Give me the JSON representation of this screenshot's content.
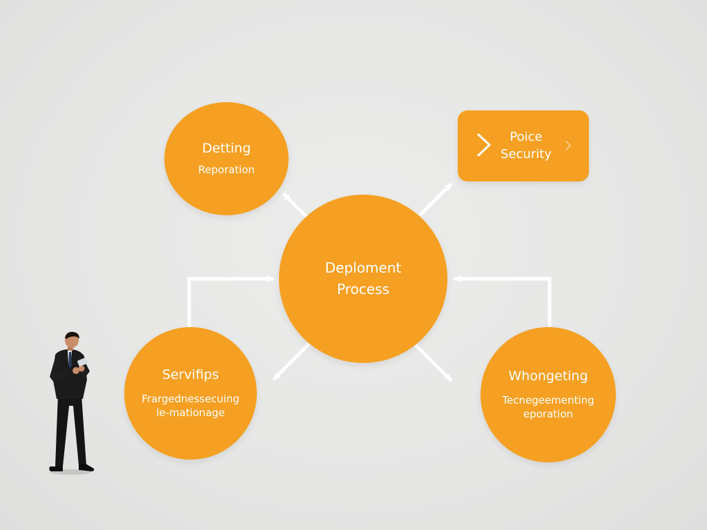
{
  "diagram": {
    "center": {
      "title_line1": "Deploment",
      "title_line2": "Process"
    },
    "top_left": {
      "title": "Detting",
      "subtitle": "Reporation"
    },
    "top_right": {
      "title_line1": "Poice",
      "title_line2": "Security"
    },
    "bottom_left": {
      "title": "Servifips",
      "subtitle_line1": "Frargednessecuing",
      "subtitle_line2": "le-mationage"
    },
    "bottom_right": {
      "title": "Whongeting",
      "subtitle_line1": "Tecnegeementing",
      "subtitle_line2": "eporation"
    }
  },
  "colors": {
    "node_fill": "#f5a022",
    "node_text": "#ffffff",
    "connector": "#ffffff",
    "background": "#e8e8e7"
  },
  "icons": {
    "top_right_leading": "chevron-right-icon",
    "top_right_trailing": "chevron-right-icon"
  }
}
